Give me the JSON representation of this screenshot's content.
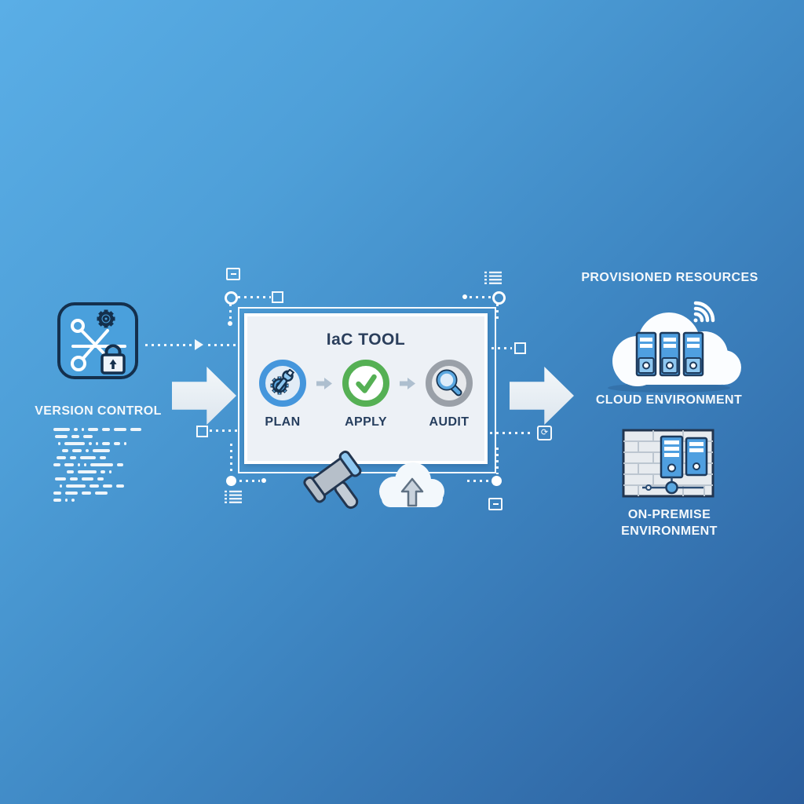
{
  "background": {
    "gradient_start": "#5aaee6",
    "gradient_mid": "#3f88c4",
    "gradient_end": "#2b5e9d"
  },
  "version_control": {
    "label": "VERSION CONTROL",
    "icon": "git-branch-gear-lock-icon",
    "icon_fill": "#4aa0dc",
    "icon_outline": "#14304d"
  },
  "iac_tool": {
    "title": "IaC TOOL",
    "panel_color": "#edf1f6",
    "title_color": "#2b3f5c",
    "steps": [
      {
        "label": "PLAN",
        "icon": "wrench-gear-icon",
        "ring_color": "#4596dc",
        "inner_color": "#e2ecf6"
      },
      {
        "label": "APPLY",
        "icon": "checkmark-icon",
        "ring_color": "#55b054",
        "inner_color": "#ffffff"
      },
      {
        "label": "AUDIT",
        "icon": "magnifier-icon",
        "ring_color": "#9aa0a8",
        "inner_color": "#e7e9ec"
      }
    ]
  },
  "provisioned_resources": {
    "title": "PROVISIONED RESOURCES",
    "cloud": {
      "label": "CLOUD ENVIRONMENT",
      "icon": "cloud-servers-wifi-icon"
    },
    "on_premise": {
      "label_line1": "ON-PREMISE",
      "label_line2": "ENVIRONMENT",
      "icon": "firewall-servers-icon"
    }
  },
  "decorations": {
    "below_box_icons": [
      "gavel-icon",
      "cloud-upload-icon"
    ],
    "frame_icons": [
      "boxed-minus-icon",
      "list-icon",
      "refresh-icon"
    ],
    "flow_arrows": 2
  },
  "code_lines": [
    {
      "indent": 0,
      "dashes": [
        21,
        5,
        3,
        13,
        10,
        16,
        14
      ]
    },
    {
      "indent": 2,
      "dashes": [
        16,
        10,
        12
      ]
    },
    {
      "indent": 6,
      "dashes": [
        3,
        26,
        4,
        3,
        10,
        8,
        3
      ]
    },
    {
      "indent": 11,
      "dashes": [
        8,
        12,
        4,
        22
      ]
    },
    {
      "indent": 4,
      "dashes": [
        12,
        8,
        20,
        8
      ]
    },
    {
      "indent": 0,
      "dashes": [
        9,
        12,
        3,
        3,
        29,
        8
      ]
    },
    {
      "indent": 17,
      "dashes": [
        9,
        24,
        6,
        3
      ]
    },
    {
      "indent": 2,
      "dashes": [
        14,
        10,
        15,
        8
      ]
    },
    {
      "indent": 8,
      "dashes": [
        3,
        25,
        12,
        12,
        10
      ]
    },
    {
      "indent": 0,
      "dashes": [
        10,
        16,
        12,
        16
      ]
    },
    {
      "indent": 0,
      "dashes": [
        10,
        3,
        4
      ]
    }
  ]
}
